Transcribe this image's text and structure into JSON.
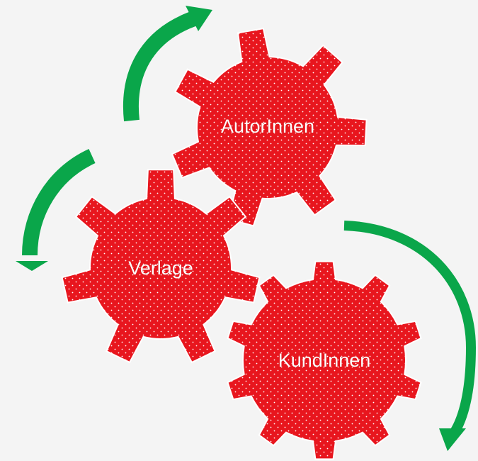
{
  "diagram": {
    "gears": [
      {
        "id": "autorinnen",
        "label": "AutorInnen"
      },
      {
        "id": "verlage",
        "label": "Verlage"
      },
      {
        "id": "kundinnen",
        "label": "KundInnen"
      }
    ]
  },
  "colors": {
    "background": "#f4f4f4",
    "gear_fill": "#e8161e",
    "gear_dots": "#ffffff",
    "gear_outline": "#ffffff",
    "arrow": "#0aa64a",
    "label_text": "#ffffff"
  }
}
